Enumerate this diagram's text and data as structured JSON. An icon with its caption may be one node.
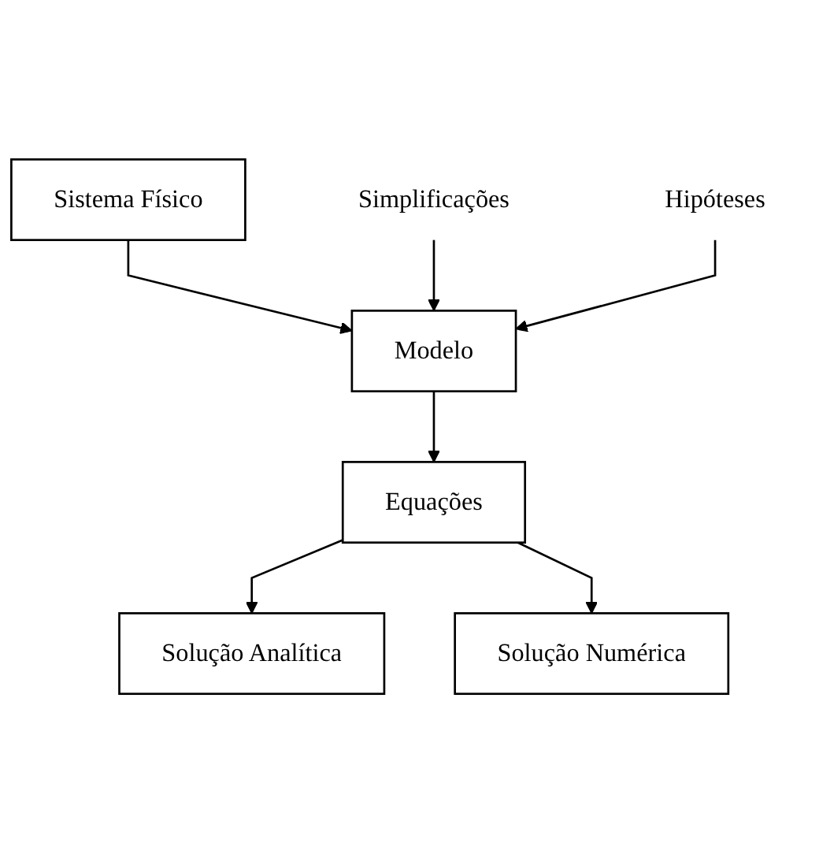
{
  "diagram": {
    "nodes": [
      {
        "text": [
          "Sistema Físico"
        ]
      },
      {
        "text": [
          "Modelo"
        ]
      },
      {
        "text": [
          "Equações"
        ]
      },
      {
        "text": [
          "Solução Analítica"
        ]
      },
      {
        "text": [
          "Solução Numérica"
        ]
      },
      {
        "text": [
          "Simplificações"
        ]
      },
      {
        "text": [
          "Hipóteses"
        ]
      }
    ],
    "edges": [
      {
        "from": 0,
        "to": 1,
        "arrow": "to"
      },
      {
        "from": 5,
        "to": 1,
        "arrow": "to"
      },
      {
        "from": 6,
        "to": 1,
        "arrow": "to"
      },
      {
        "from": 1,
        "to": 2,
        "arrow": "to"
      },
      {
        "from": 2,
        "to": 3,
        "arrow": "to"
      },
      {
        "from": 2,
        "to": 4,
        "arrow": "to"
      }
    ]
  }
}
